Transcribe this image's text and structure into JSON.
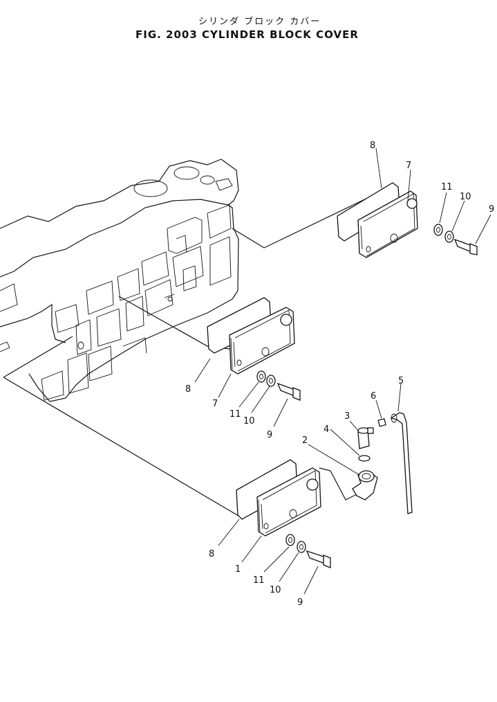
{
  "figure": {
    "title_jp": "シリンダ ブロック カバー",
    "title_en": "FIG. 2003  CYLINDER BLOCK COVER"
  },
  "callouts": {
    "upper_gasket": "8",
    "upper_cover": "7",
    "upper_washer": "11",
    "upper_lockwasher": "10",
    "upper_bolt": "9",
    "middle_gasket": "8",
    "middle_cover": "7",
    "middle_washer": "11",
    "middle_lockwasher": "10",
    "middle_bolt": "9",
    "lower_gasket": "8",
    "lower_cover": "1",
    "lower_washer": "11",
    "lower_lockwasher": "10",
    "lower_bolt": "9",
    "elbow": "2",
    "connector": "3",
    "o_ring": "4",
    "breather_tube": "5",
    "clip_nut": "6"
  }
}
